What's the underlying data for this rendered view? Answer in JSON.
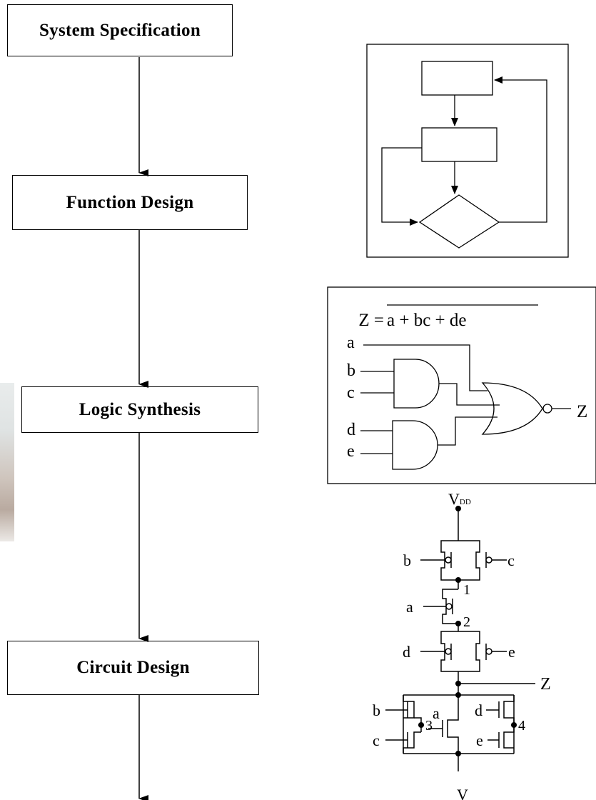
{
  "flow": {
    "steps": [
      {
        "label": "System Specification"
      },
      {
        "label": "Function Design"
      },
      {
        "label": "Logic Synthesis"
      },
      {
        "label": "Circuit Design"
      }
    ]
  },
  "logic": {
    "equation": {
      "lhs": "Z = ",
      "rhs": "a + bc + de"
    },
    "inputs": [
      "a",
      "b",
      "c",
      "d",
      "e"
    ],
    "output": "Z"
  },
  "circuit": {
    "supply": {
      "v": "V",
      "sub": "DD"
    },
    "ground": {
      "v": "V"
    },
    "gate_labels": {
      "b_top": "b",
      "c_top": "c",
      "a_top": "a",
      "d_top": "d",
      "e_top": "e",
      "b_bot": "b",
      "c_bot": "c",
      "a_bot": "a",
      "d_bot": "d",
      "e_bot": "e"
    },
    "node_labels": [
      "1",
      "2",
      "3",
      "4"
    ],
    "output": "Z"
  }
}
